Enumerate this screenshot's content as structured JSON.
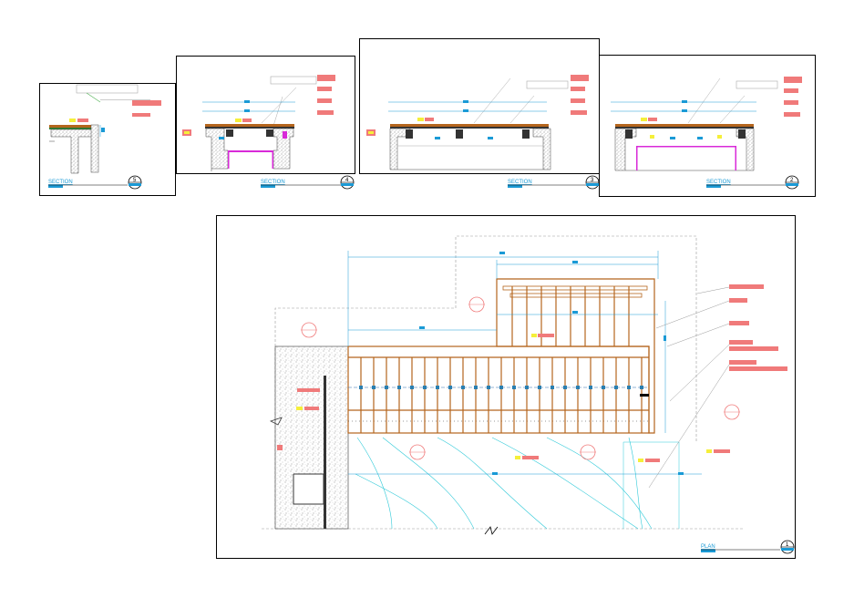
{
  "sections": [
    {
      "id": "sec5",
      "title": "SECTION",
      "number": "5"
    },
    {
      "id": "sec4",
      "title": "SECTION",
      "number": "4"
    },
    {
      "id": "sec3",
      "title": "SECTION",
      "number": "3"
    },
    {
      "id": "sec2",
      "title": "SECTION",
      "number": "2"
    }
  ],
  "plan": {
    "title": "PLAN",
    "number": "1"
  },
  "colors": {
    "frame": "#000000",
    "timber": "#b5651d",
    "dimension": "#1a9ad6",
    "tag_red": "#f07a7a",
    "tag_yellow": "#f5ef3a",
    "hatch": "#9a9a9a",
    "water": "#2ec9d8",
    "magenta": "#d82ad8"
  }
}
